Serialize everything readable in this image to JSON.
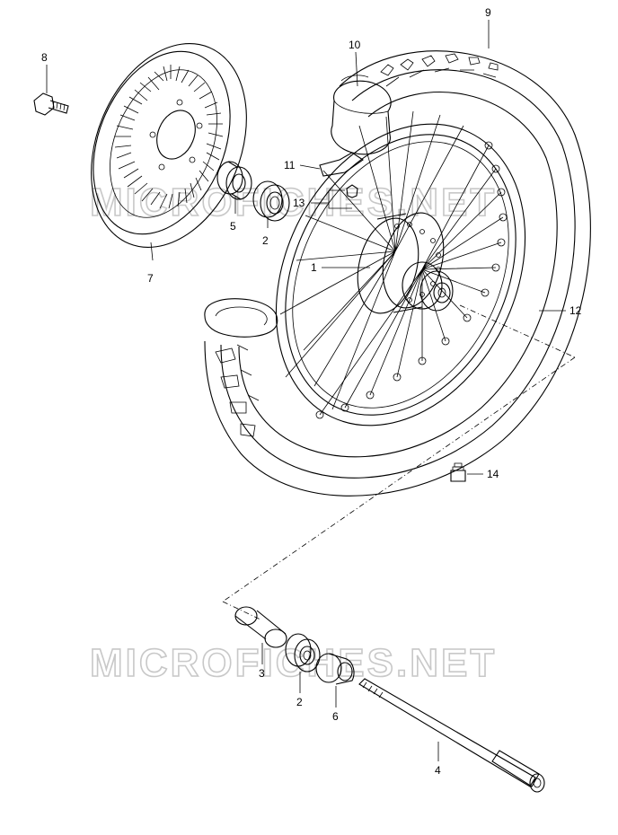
{
  "watermark": {
    "top_text": "MICROFICHES.NET",
    "bottom_text": "MICROFICHES.NET",
    "color": "#c8c8c8"
  },
  "labels": {
    "l1": "1",
    "l2a": "2",
    "l2b": "2",
    "l3": "3",
    "l4": "4",
    "l5": "5",
    "l6": "6",
    "l7": "7",
    "l8": "8",
    "l9": "9",
    "l10": "10",
    "l11": "11",
    "l12": "12",
    "l13": "13",
    "l14": "14"
  }
}
